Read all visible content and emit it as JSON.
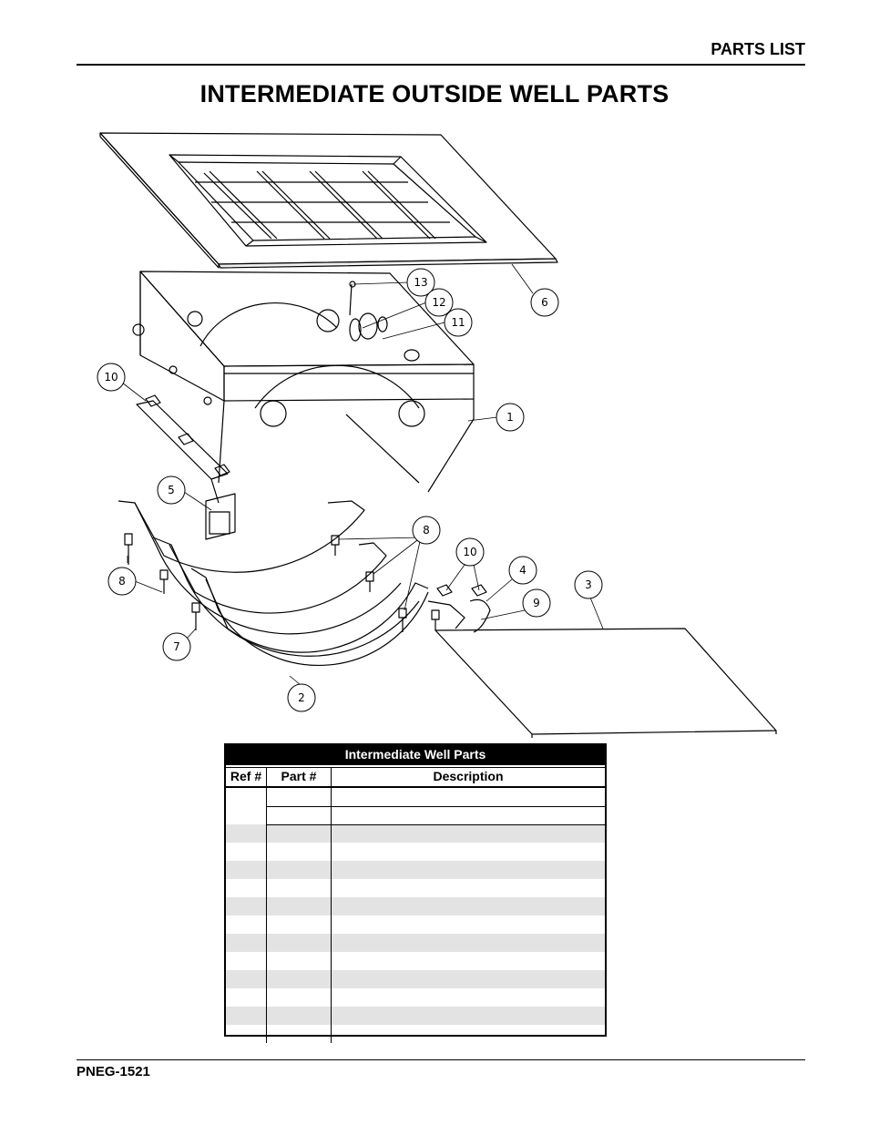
{
  "header": {
    "section": "PARTS LIST"
  },
  "title": "INTERMEDIATE OUTSIDE WELL PARTS",
  "callouts": [
    "1",
    "2",
    "3",
    "4",
    "5",
    "6",
    "7",
    "8",
    "8",
    "9",
    "10",
    "10",
    "11",
    "12",
    "13"
  ],
  "table": {
    "caption": "Intermediate Well Parts",
    "columns": [
      "Ref #",
      "Part #",
      "Description"
    ],
    "row_count": 14
  },
  "footer": {
    "doc_number": "PNEG-1521"
  }
}
